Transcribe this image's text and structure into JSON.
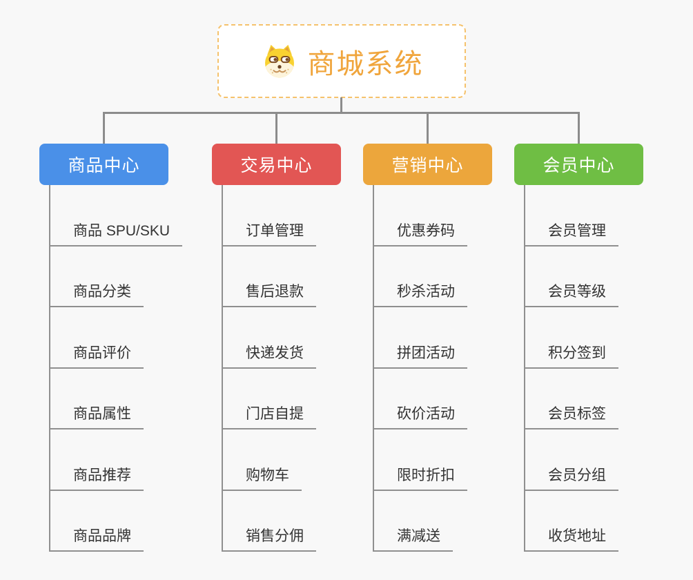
{
  "page": {
    "background": "#f8f8f8",
    "connector_color": "#8c8c8c",
    "underline_color": "#8f8f8f",
    "item_text_color": "#333333"
  },
  "root": {
    "title": "商城系统",
    "title_color": "#f0a53c",
    "border_color": "#f5c26c",
    "icon": "dog-icon"
  },
  "branches": [
    {
      "label": "商品中心",
      "color": "#4a90e8",
      "children": [
        "商品 SPU/SKU",
        "商品分类",
        "商品评价",
        "商品属性",
        "商品推荐",
        "商品品牌"
      ]
    },
    {
      "label": "交易中心",
      "color": "#e25654",
      "children": [
        "订单管理",
        "售后退款",
        "快递发货",
        "门店自提",
        "购物车",
        "销售分佣"
      ]
    },
    {
      "label": "营销中心",
      "color": "#eca63c",
      "children": [
        "优惠券码",
        "秒杀活动",
        "拼团活动",
        "砍价活动",
        "限时折扣",
        "满减送"
      ]
    },
    {
      "label": "会员中心",
      "color": "#6fbe44",
      "children": [
        "会员管理",
        "会员等级",
        "积分签到",
        "会员标签",
        "会员分组",
        "收货地址"
      ]
    }
  ]
}
